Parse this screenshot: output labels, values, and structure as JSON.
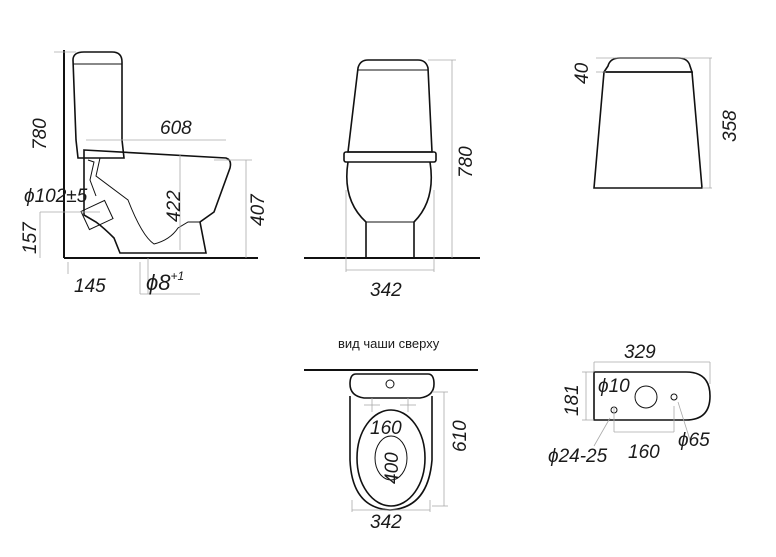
{
  "side_view": {
    "height": "780",
    "length": "608",
    "outlet_diameter": "ϕ102±5",
    "bowl_height": "422",
    "rim_height": "407",
    "outlet_height": "157",
    "outlet_offset": "145",
    "bolt_diameter": "ϕ8",
    "bolt_diameter_sup": "+1"
  },
  "front_view": {
    "height": "780",
    "width": "342"
  },
  "tank_lid_view": {
    "lid_thickness": "40",
    "tank_height": "358"
  },
  "top_view": {
    "caption": "вид чаши сверху",
    "bolt_spacing": "160",
    "bowl_opening": "400",
    "length": "610",
    "width": "342"
  },
  "tank_top_view": {
    "width": "329",
    "depth": "181",
    "button_hole": "ϕ10",
    "side_holes": "ϕ24-25",
    "hole_spacing": "160",
    "center_hole": "ϕ65"
  }
}
